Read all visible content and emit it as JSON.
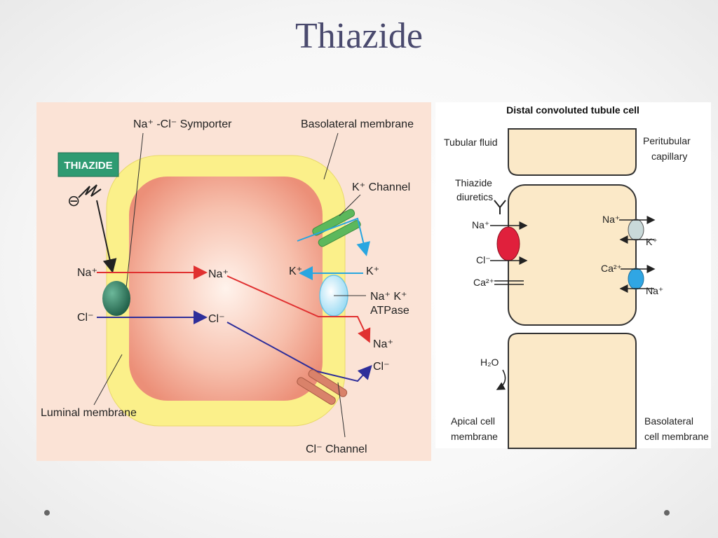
{
  "title": "Thiazide",
  "left_diagram": {
    "symporter_label": "Na⁺ -Cl⁻ Symporter",
    "basolateral_label": "Basolateral membrane",
    "thiazide_box": "THIAZIDE",
    "k_channel_label": "K⁺ Channel",
    "na_left": "Na⁺",
    "na_mid": "Na⁺",
    "cl_left": "Cl⁻",
    "cl_mid": "Cl⁻",
    "k_inside": "K⁺",
    "k_outside": "K⁺",
    "atpase_line1": "Na⁺ K⁺",
    "atpase_line2": "ATPase",
    "na_out": "Na⁺",
    "cl_out": "Cl⁻",
    "luminal_label": "Luminal membrane",
    "cl_channel_label": "Cl⁻ Channel",
    "inhibit_symbol": "⊖"
  },
  "right_diagram": {
    "title": "Distal convoluted tubule cell",
    "tubular_fluid": "Tubular fluid",
    "peritubular_1": "Peritubular",
    "peritubular_2": "capillary",
    "thiazide_1": "Thiazide",
    "thiazide_2": "diuretics",
    "na_apical": "Na⁺",
    "cl_apical": "Cl⁻",
    "ca_apical": "Ca²⁺",
    "na_baso": "Na⁺",
    "k_baso": "K⁺",
    "ca_baso": "Ca²⁺",
    "na_baso2": "Na⁺",
    "h2o": "H₂O",
    "apical_1": "Apical cell",
    "apical_2": "membrane",
    "baso_1": "Basolateral",
    "baso_2": "cell membrane"
  },
  "colors": {
    "title": "#4a4a6e",
    "left_background": "#fbe3d6",
    "membrane": "#fbf08a",
    "cytoplasm": "#f2a08c",
    "sodium_arrow": "#e03030",
    "chloride_arrow": "#2e2e9a",
    "potassium_arrow": "#29a6e0",
    "symporter": "#2f7a5e",
    "atpase": "#cdeefa",
    "k_channel": "#5cb85c",
    "cl_channel": "#d9826a",
    "thiazide_box": "#2e9b72",
    "dct_cell": "#fbe9c8",
    "na_cl_transporter": "#e0203c",
    "na_k_pump": "#c9d9d9",
    "na_ca_exchanger": "#30a6e4"
  }
}
